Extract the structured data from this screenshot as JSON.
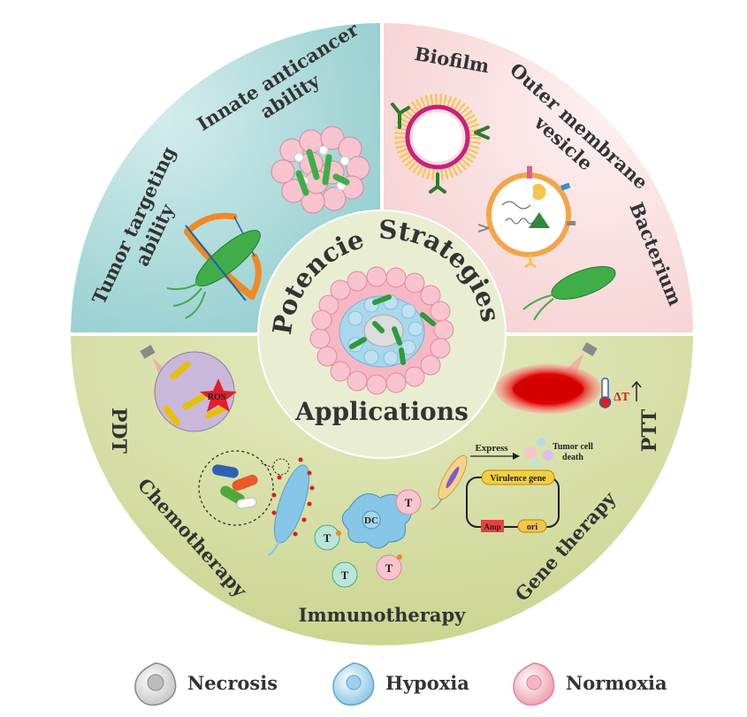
{
  "center": {
    "potencies": "Potencies",
    "strategies": "Strategies",
    "applications": "Applications"
  },
  "potencies": {
    "tumor_targeting": [
      "Tumor targeting",
      "ability"
    ],
    "innate_anticancer": [
      "Innate anticancer",
      "ability"
    ]
  },
  "strategies": {
    "biofilm": "Biofilm",
    "outer_membrane_vesicle": [
      "Outer membrane",
      "vesicle"
    ],
    "bacterium": "Bacterium"
  },
  "applications": {
    "pdt": "PDT",
    "ptt": "PTT",
    "chemotherapy": "Chemotherapy",
    "immunotherapy": "Immunotherapy",
    "gene_therapy": "Gene therapy",
    "ros": "ROS",
    "delta_t": "ΔT",
    "dc": "DC",
    "t_cell": "T",
    "express": "Express",
    "tumor_cell_death": [
      "Tumor cell",
      "death"
    ],
    "virulence_gene": "Virulence gene",
    "amp": "Amp",
    "ori": "ori"
  },
  "legend": [
    {
      "label": "Necrosis",
      "color": "#d6d6d6"
    },
    {
      "label": "Hypoxia",
      "color": "#a9d7ec"
    },
    {
      "label": "Normoxia",
      "color": "#f5b8c4"
    }
  ],
  "colors": {
    "potencies_bg": "#9fd3d4",
    "strategies_bg": "#f9dcdc",
    "applications_bg": "#cfd99a",
    "center_bg": "#e8edd0",
    "bacterium_green": "#3fae49"
  }
}
